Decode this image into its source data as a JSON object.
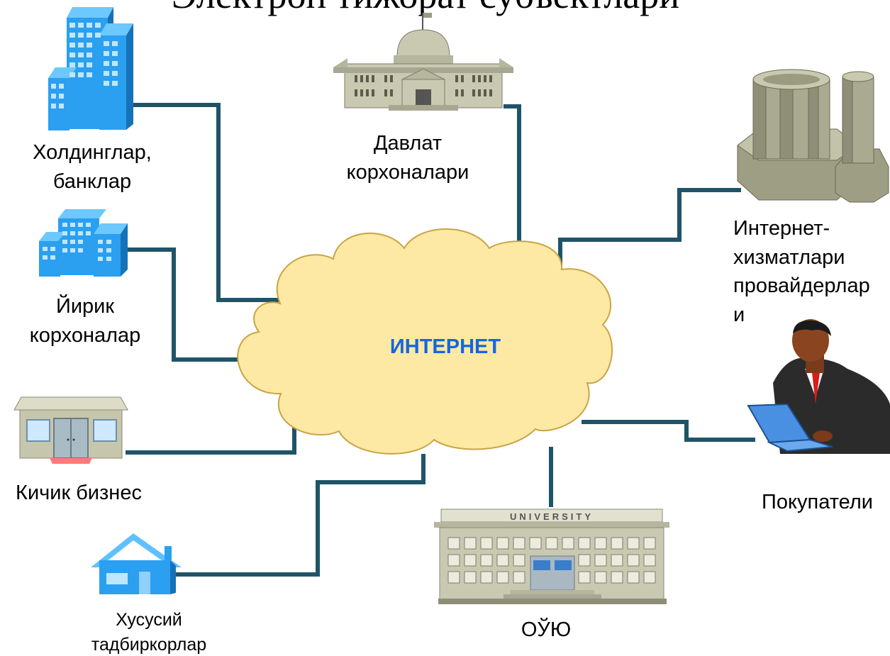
{
  "title": "Электрон тижорат субъектлари",
  "cloud": {
    "label": "ИНТЕРНЕТ"
  },
  "nodes": {
    "holdings": {
      "label_lines": [
        "Холдинглар,",
        "банклар"
      ]
    },
    "government": {
      "label_lines": [
        "Давлат",
        "корхоналари"
      ]
    },
    "large_enterprises": {
      "label_lines": [
        "Йирик",
        "корхоналар"
      ]
    },
    "small_business": {
      "label_lines": [
        "Кичик бизнес"
      ]
    },
    "entrepreneurs": {
      "label_lines": [
        "Хусусий",
        "тадбиркорлар"
      ]
    },
    "university": {
      "label_lines": [
        "ОЎЮ"
      ],
      "sign_text": "UNIVERSITY"
    },
    "isp": {
      "label_lines": [
        "Интернет-",
        "хизматлари",
        "провайдерлар",
        "и"
      ]
    },
    "buyers": {
      "label_lines": [
        "Покупатели"
      ]
    }
  },
  "colors": {
    "line": "#1f5468",
    "cloud_fill": "#fde9a3",
    "cloud_stroke": "#c9a446",
    "cloud_text": "#1566e0",
    "building_blue": "#2b9ff0"
  }
}
